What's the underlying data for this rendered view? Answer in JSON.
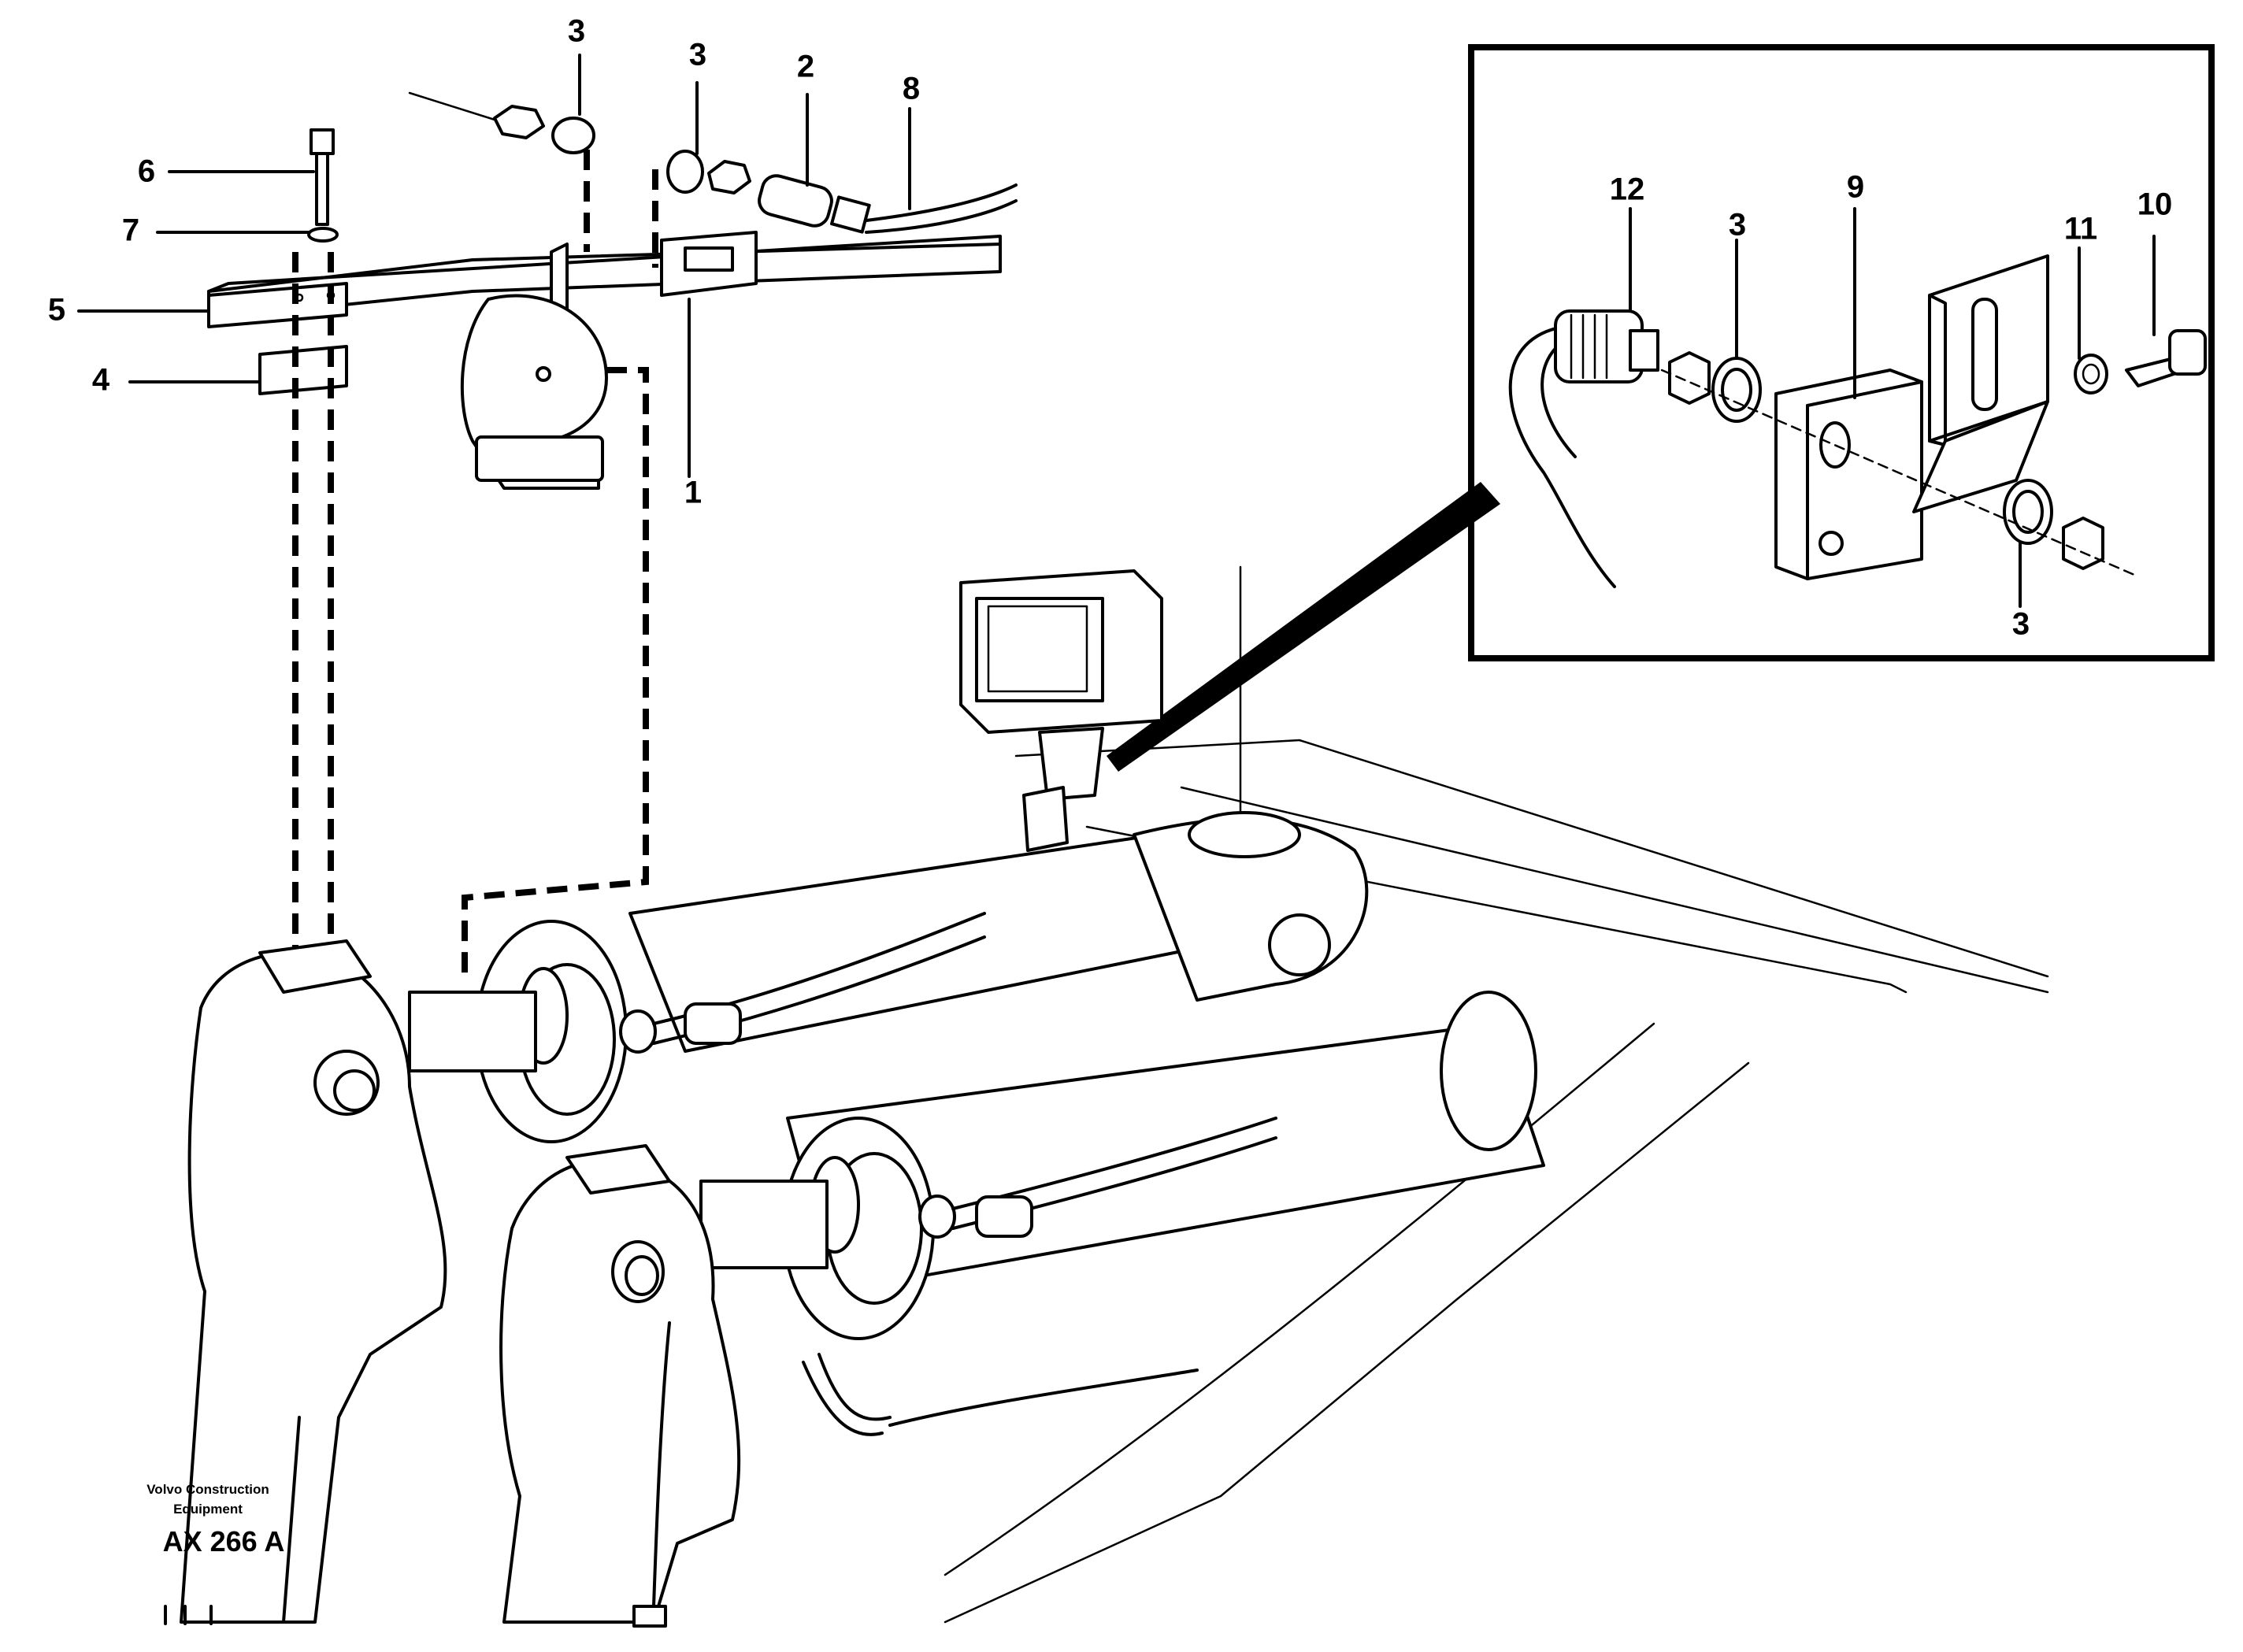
{
  "callouts": [
    {
      "id": "c3a",
      "text": "3"
    },
    {
      "id": "c3b",
      "text": "3"
    },
    {
      "id": "c2",
      "text": "2"
    },
    {
      "id": "c8",
      "text": "8"
    },
    {
      "id": "c6",
      "text": "6"
    },
    {
      "id": "c7",
      "text": "7"
    },
    {
      "id": "c5",
      "text": "5"
    },
    {
      "id": "c4",
      "text": "4"
    },
    {
      "id": "c1",
      "text": "1"
    },
    {
      "id": "c12",
      "text": "12"
    },
    {
      "id": "c3c",
      "text": "3"
    },
    {
      "id": "c9",
      "text": "9"
    },
    {
      "id": "c11",
      "text": "11"
    },
    {
      "id": "c10",
      "text": "10"
    },
    {
      "id": "c3d",
      "text": "3"
    }
  ],
  "credit": {
    "line1": "Volvo Construction",
    "line2": "Equipment",
    "code": "AX 266 A"
  }
}
